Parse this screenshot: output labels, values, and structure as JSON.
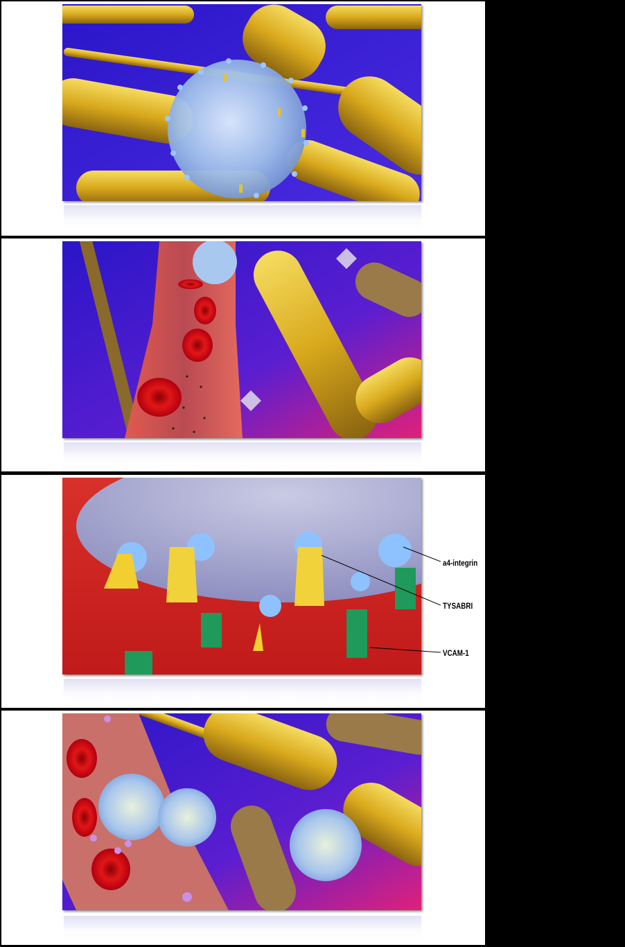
{
  "panels": [
    {
      "id": "panel-1"
    },
    {
      "id": "panel-2"
    },
    {
      "id": "panel-3",
      "labels": {
        "integrin": "a4-integrin",
        "drug": "TYSABRI",
        "vcam": "VCAM-1"
      }
    },
    {
      "id": "panel-4"
    }
  ],
  "colors": {
    "background": "#000000",
    "panel": "#ffffff",
    "nerve_yellow": "#e8c030",
    "scene_blue": "#3b1fd6",
    "vessel_red": "#d83a30",
    "cell_blue": "#a8c8f0",
    "vcam_green": "#1f9a5a"
  }
}
